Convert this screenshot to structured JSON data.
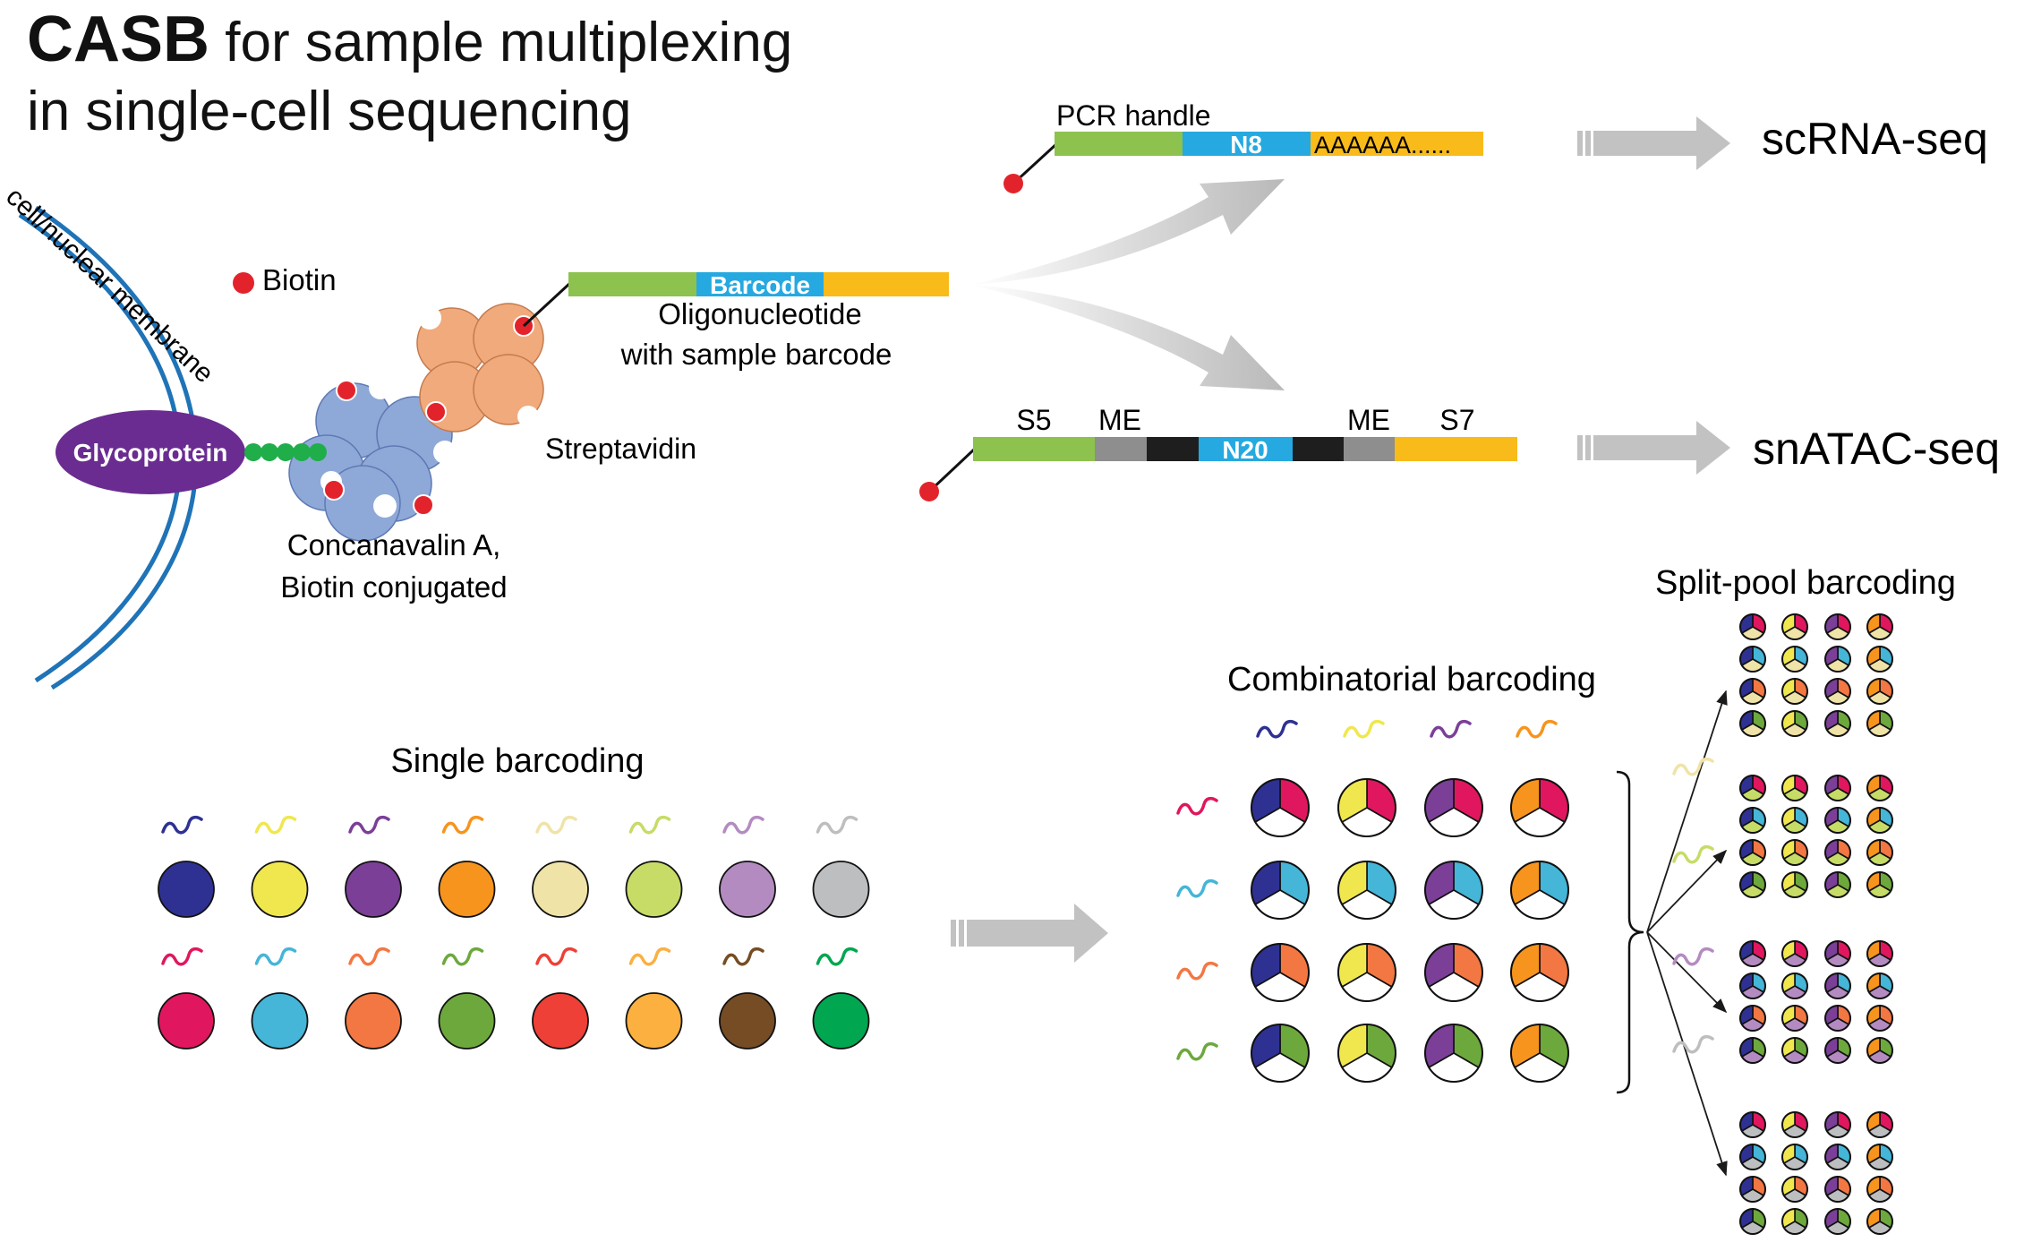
{
  "title": {
    "bold": "CASB",
    "rest_line1": " for sample multiplexing",
    "line2": "in single-cell sequencing"
  },
  "labels": {
    "membrane": "cell/nuclear membrane",
    "biotin": "Biotin",
    "glycoprotein": "Glycoprotein",
    "concanavalin_line1": "Concanavalin A,",
    "concanavalin_line2": "Biotin conjugated",
    "streptavidin": "Streptavidin",
    "barcode": "Barcode",
    "oligo_line1": "Oligonucleotide",
    "oligo_line2": "with sample barcode",
    "pcr_handle": "PCR handle",
    "n8": "N8",
    "polya": "AAAAAA......",
    "s5": "S5",
    "me_left": "ME",
    "n20": "N20",
    "me_right": "ME",
    "s7": "S7",
    "scrna": "scRNA-seq",
    "snatac": "snATAC-seq",
    "single_barcoding": "Single barcoding",
    "combinatorial_barcoding": "Combinatorial barcoding",
    "split_pool_barcoding": "Split-pool barcoding"
  },
  "colors": {
    "membrane": "#1f73b7",
    "glycoprotein": "#6a2c91",
    "linker": "#1fae49",
    "biotin": "#e3232b",
    "concanavalin": "#8ea9d8",
    "streptavidin": "#f1aa7c",
    "oligo_green": "#8dc24f",
    "oligo_blue": "#25a9e0",
    "oligo_yellow": "#f8bb1a",
    "me_gray": "#8e8e8e",
    "spacer_black": "#1e1e1e",
    "arrow_gray": "#c2c2c2"
  },
  "single_barcoding": {
    "row1": [
      "#2e3192",
      "#f0e74f",
      "#7b3f98",
      "#f7941d",
      "#efe3a8",
      "#c6dc67",
      "#b48bc1",
      "#bcbec0"
    ],
    "row2": [
      "#e0175e",
      "#45b5d8",
      "#f37742",
      "#6da83d",
      "#ee4036",
      "#fbb040",
      "#754c24",
      "#00a650"
    ]
  },
  "combinatorial": {
    "top_colors": [
      "#2e3192",
      "#f0e74f",
      "#7b3f98",
      "#f7941d"
    ],
    "side_colors": [
      "#e0175e",
      "#45b5d8",
      "#f37742",
      "#6da83d"
    ]
  },
  "split_pool": {
    "third_colors": [
      "#efe3a8",
      "#c6dc67",
      "#b48bc1",
      "#bcbec0"
    ]
  },
  "icons": {
    "arrow": "gray-block-arrow",
    "barcode_strand": "squiggle-icon",
    "sample_dot": "filled-circle",
    "pie_well": "segmented-pie-icon"
  }
}
